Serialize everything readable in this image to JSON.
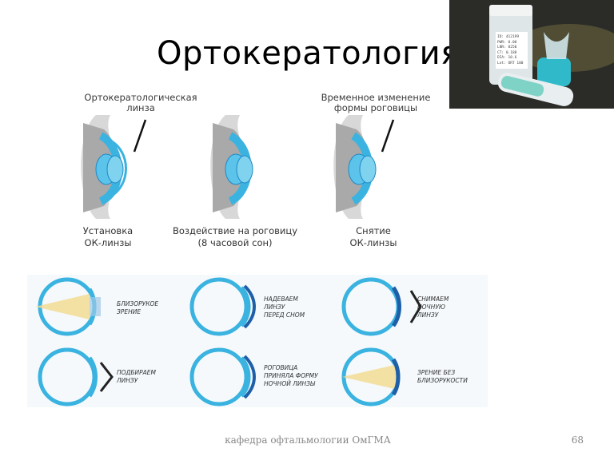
{
  "slide": {
    "title": "Ортокератология",
    "footer": "кафедра офтальмологии ОмГМА",
    "page_number": "68"
  },
  "top_diagram": {
    "label_lens": [
      "Ортокератологическая",
      "линза"
    ],
    "label_cornea_change": [
      "Временное изменение",
      "формы роговицы"
    ],
    "captions": [
      [
        "Установка",
        "ОК-линзы"
      ],
      [
        "Воздействие на роговицу",
        "(8 часовой сон)"
      ],
      [
        "Снятие",
        "ОК-линзы"
      ]
    ]
  },
  "bottom_diagram": {
    "steps": [
      [
        "БЛИЗОРУКОЕ",
        "ЗРЕНИЕ"
      ],
      [
        "НАДЕВАЕМ",
        "ЛИНЗУ",
        "ПЕРЕД СНОМ"
      ],
      [
        "СНИМАЕМ",
        "НОЧНУЮ",
        "ЛИНЗУ"
      ],
      [
        "ПОДБИРАЕМ",
        "ЛИНЗУ"
      ],
      [
        "РОГОВИЦА",
        "ПРИНЯЛА ФОРМУ",
        "НОЧНОЙ ЛИНЗЫ"
      ],
      [
        "ЗРЕНИЕ БЕЗ",
        "БЛИЗОРУКОСТИ"
      ]
    ]
  },
  "photo": {
    "vial_label": [
      "ID: 412199",
      "PWR: 0.00",
      "LNR: 8250",
      "CT: 0.188",
      "DIA: 10.6",
      "Lot: ORT 100"
    ]
  },
  "colors": {
    "eye_blue": "#3bb3e0",
    "lens_blue": "#7fd3ee",
    "dark_blue": "#1e5fa8",
    "gray": "#a9a9a9",
    "light_gray": "#d8d8d8"
  }
}
